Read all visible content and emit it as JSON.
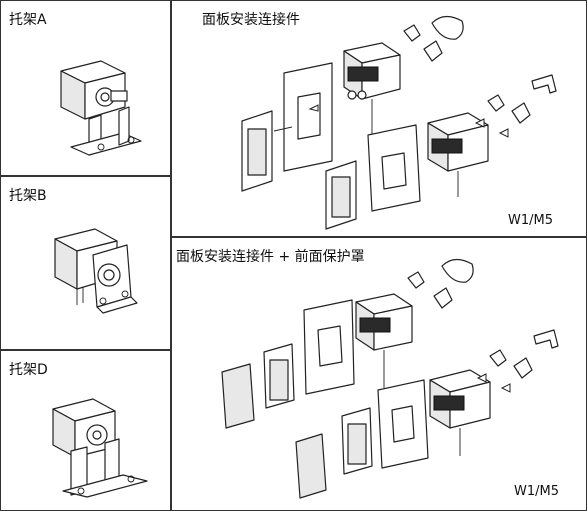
{
  "bracket_a": {
    "label": "托架A"
  },
  "bracket_b": {
    "label": "托架B"
  },
  "bracket_d": {
    "label": "托架D"
  },
  "panel_mount": {
    "title": "面板安装连接件",
    "model_code": "W1/M5"
  },
  "panel_mount_cover": {
    "title": "面板安装连接件 + 前面保护罩",
    "model_code": "W1/M5"
  }
}
